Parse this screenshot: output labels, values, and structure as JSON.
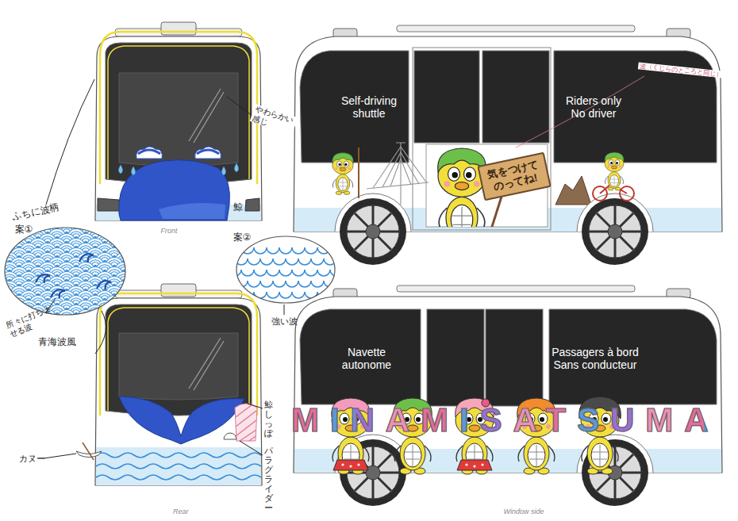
{
  "diagram": {
    "nodes": [
      {
        "text": [
          "気をつけてのってね!"
        ]
      }
    ],
    "labels": [
      "Self-driving shuttle",
      "やわらかい感じ",
      "Riders only No driver",
      "波（くじらのところと同じ）",
      "鯨",
      "Front",
      "ふちに波柄",
      "案①",
      "案②",
      "所々に打ちよせる波",
      "強い波",
      "青海波風",
      "Navette autonome",
      "Passagers à bord Sans conducteur",
      "鯨しっぽ",
      "MINAMISATSUMA",
      "カヌー",
      "パラグライダー",
      "Rear",
      "Window side"
    ]
  }
}
